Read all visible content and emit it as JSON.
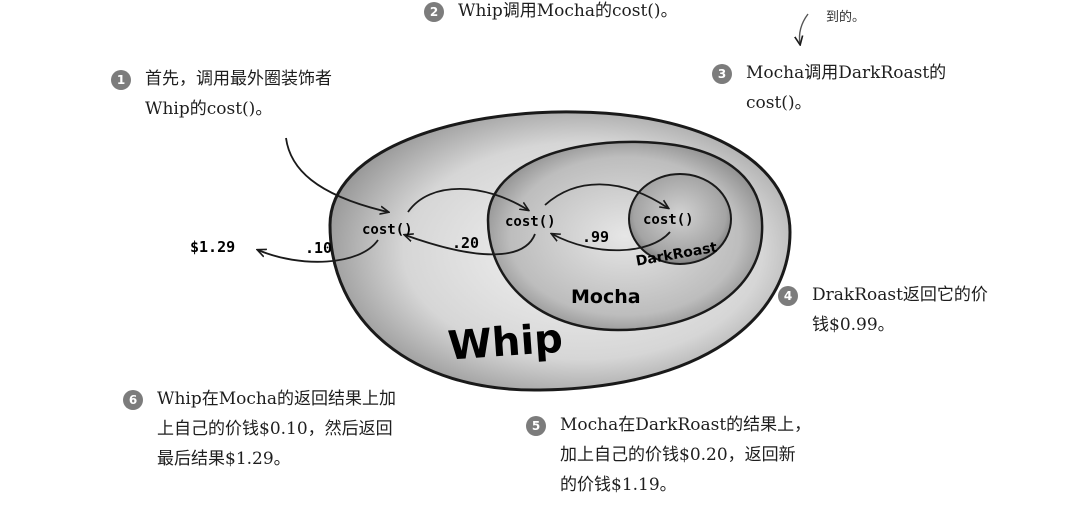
{
  "labels": {
    "whip": "Whip",
    "mocha": "Mocha",
    "darkroast": "DarkRoast",
    "cost_call": "cost()",
    "result": "$1.29",
    "whip_price": ".10",
    "mocha_price": ".20",
    "darkroast_price": ".99"
  },
  "top_note": "到的。",
  "steps": [
    {
      "number": "1",
      "lines": [
        "首先，调用最外圈装饰者",
        "Whip的cost()。"
      ]
    },
    {
      "number": "2",
      "lines": [
        "Whip调用Mocha的cost()。"
      ]
    },
    {
      "number": "3",
      "lines": [
        "Mocha调用DarkRoast的",
        "cost()。"
      ]
    },
    {
      "number": "4",
      "lines": [
        "DrakRoast返回它的价",
        "钱$0.99。"
      ]
    },
    {
      "number": "5",
      "lines": [
        "Mocha在DarkRoast的结果上，",
        "加上自己的价钱$0.20，返回新",
        "的价钱$1.19。"
      ]
    },
    {
      "number": "6",
      "lines": [
        "Whip在Mocha的返回结果上加",
        "上自己的价钱$0.10，然后返回",
        "最后结果$1.29。"
      ]
    }
  ],
  "colors": {
    "outer": "#d4d4d4",
    "middle": "#bcbcbc",
    "inner": "#a8a8a8",
    "stroke": "#1a1a1a",
    "badge": "#7c7c7c"
  }
}
